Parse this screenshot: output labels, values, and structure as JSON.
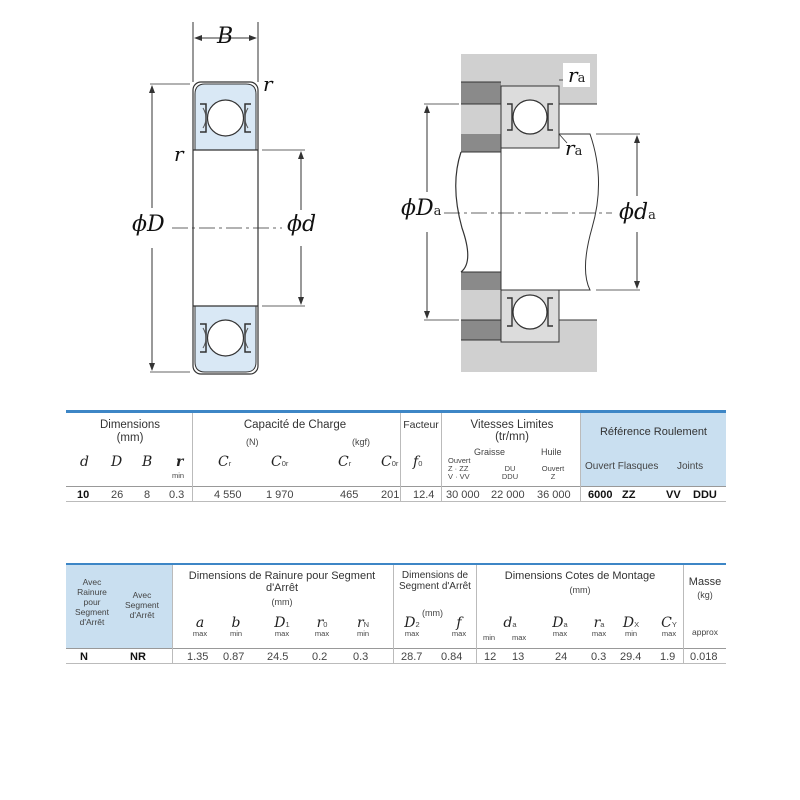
{
  "figure": {
    "left": {
      "B": "B",
      "r_top": "r",
      "r_side": "r",
      "phiD": "ϕD",
      "phid": "ϕd"
    },
    "right": {
      "ra_top": "r",
      "ra_top_sub": "a",
      "ra_mid": "r",
      "ra_mid_sub": "a",
      "phiDa": "ϕD",
      "phiDa_sub": "a",
      "phida": "ϕd",
      "phida_sub": "a"
    }
  },
  "table1": {
    "dimensions": "Dimensions",
    "dimensions_unit": "(mm)",
    "capacite": "Capacité de Charge",
    "unit_n": "(N)",
    "unit_kgf": "(kgf)",
    "facteur": "Facteur",
    "vitesses": "Vitesses Limites",
    "vitesses_unit": "(tr/mn)",
    "graisse": "Graisse",
    "huile": "Huile",
    "reference": "Référence Roulement",
    "ouvert_flasques": "Ouvert Flasques",
    "joints": "Joints",
    "sym_d": "d",
    "sym_D": "D",
    "sym_B": "B",
    "sym_r": "r",
    "r_min": "min",
    "sym_Cr": "C",
    "sym_Cr_sub": "r",
    "sym_C0r": "C",
    "sym_C0r_sub": "0r",
    "sym_Cr2": "C",
    "sym_Cr2_sub": "r",
    "sym_C0r2": "C",
    "sym_C0r2_sub": "0r",
    "sym_f0": "f",
    "sym_f0_sub": "0",
    "ouvert_zz_1": "Ouvert",
    "ouvert_zz_2": "Z · ZZ",
    "ouvert_zz_3": "V · VV",
    "du_1": "DU",
    "du_2": "DDU",
    "ouvert_z_1": "Ouvert",
    "ouvert_z_2": "Z",
    "row": {
      "d": "10",
      "D": "26",
      "B": "8",
      "r": "0.3",
      "Cr": "4 550",
      "C0r": "1 970",
      "Cr_kgf": "465",
      "C0r_kgf": "201",
      "f0": "12.4",
      "v1": "30 000",
      "v2": "22 000",
      "v3": "36 000",
      "ref": "6000",
      "zz": "ZZ",
      "vv": "VV",
      "ddu": "DDU"
    }
  },
  "table2": {
    "avec_rainure_1": "Avec",
    "avec_rainure_2": "Rainure",
    "avec_rainure_3": "pour",
    "avec_rainure_4": "Segment",
    "avec_rainure_5": "d'Arrêt",
    "avec_segment_1": "Avec",
    "avec_segment_2": "Segment",
    "avec_segment_3": "d'Arrêt",
    "rainure_title_1": "Dimensions de Rainure pour Segment",
    "rainure_title_2": "d'Arrêt",
    "rainure_unit": "(mm)",
    "segment_title_1": "Dimensions de",
    "segment_title_2": "Segment d'Arrêt",
    "segment_unit": "(mm)",
    "cotes_title": "Dimensions Cotes de Montage",
    "cotes_unit": "(mm)",
    "masse": "Masse",
    "masse_unit": "(kg)",
    "approx": "approx",
    "syms": [
      {
        "s": "a",
        "sub": "",
        "q": "max"
      },
      {
        "s": "b",
        "sub": "",
        "q": "min"
      },
      {
        "s": "D",
        "sub": "1",
        "q": "max"
      },
      {
        "s": "r",
        "sub": "0",
        "q": "max"
      },
      {
        "s": "r",
        "sub": "N",
        "q": "min"
      },
      {
        "s": "D",
        "sub": "2",
        "q": "max"
      },
      {
        "s": "f",
        "sub": "",
        "q": "max"
      },
      {
        "s": "d",
        "sub": "a",
        "q": ""
      },
      {
        "s": "D",
        "sub": "a",
        "q": "max"
      },
      {
        "s": "r",
        "sub": "a",
        "q": "max"
      },
      {
        "s": "D",
        "sub": "X",
        "q": "min"
      },
      {
        "s": "C",
        "sub": "Y",
        "q": "max"
      }
    ],
    "da_min": "min",
    "da_max": "max",
    "row": {
      "n": "N",
      "nr": "NR",
      "a": "1.35",
      "b": "0.87",
      "D1": "24.5",
      "r0": "0.2",
      "rN": "0.3",
      "D2": "28.7",
      "f": "0.84",
      "da_min": "12",
      "da_max": "13",
      "Da": "24",
      "ra": "0.3",
      "Dx": "29.4",
      "Cy": "1.9",
      "masse": "0.018"
    }
  },
  "colors": {
    "blue_fill": "#d9e8f5",
    "header_blue": "#c9dff0",
    "rule_blue": "#3d86c6",
    "gray_fill": "#d0d0d0",
    "dark_gray": "#8a8a8a"
  }
}
